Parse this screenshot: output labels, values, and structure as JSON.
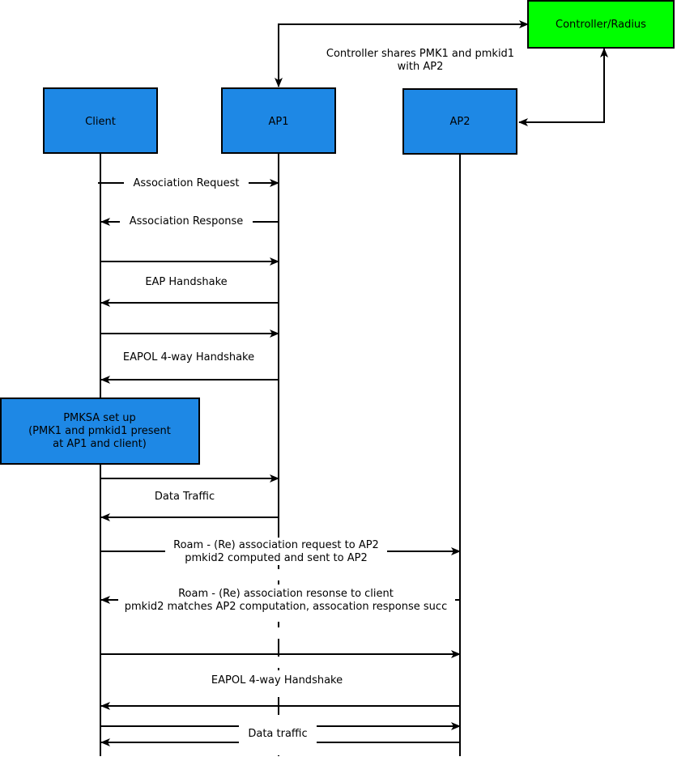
{
  "colors": {
    "actor_fill": "#1e88e5",
    "controller_fill": "#00ff00",
    "line": "#000000",
    "background": "#ffffff"
  },
  "actors": {
    "client": "Client",
    "ap1": "AP1",
    "ap2": "AP2",
    "controller": "Controller/Radius"
  },
  "controller_note": {
    "line1": "Controller shares PMK1 and pmkid1",
    "line2": "with AP2"
  },
  "pmksa_note": {
    "line1": "PMKSA set up",
    "line2": "(PMK1 and pmkid1 present",
    "line3": "at AP1 and client)"
  },
  "messages": {
    "assoc_request": "Association Request",
    "assoc_response": "Association Response",
    "eap_handshake": "EAP Handshake",
    "eapol_1": "EAPOL 4-way Handshake",
    "data_traffic_1": "Data Traffic",
    "roam_request_1": "Roam - (Re) association request to AP2",
    "roam_request_2": "pmkid2 computed and sent to AP2",
    "roam_response_1": "Roam - (Re) association resonse to client",
    "roam_response_2": "pmkid2 matches AP2 computation, assocation response succ",
    "eapol_2": "EAPOL 4-way Handshake",
    "data_traffic_2": "Data traffic"
  }
}
